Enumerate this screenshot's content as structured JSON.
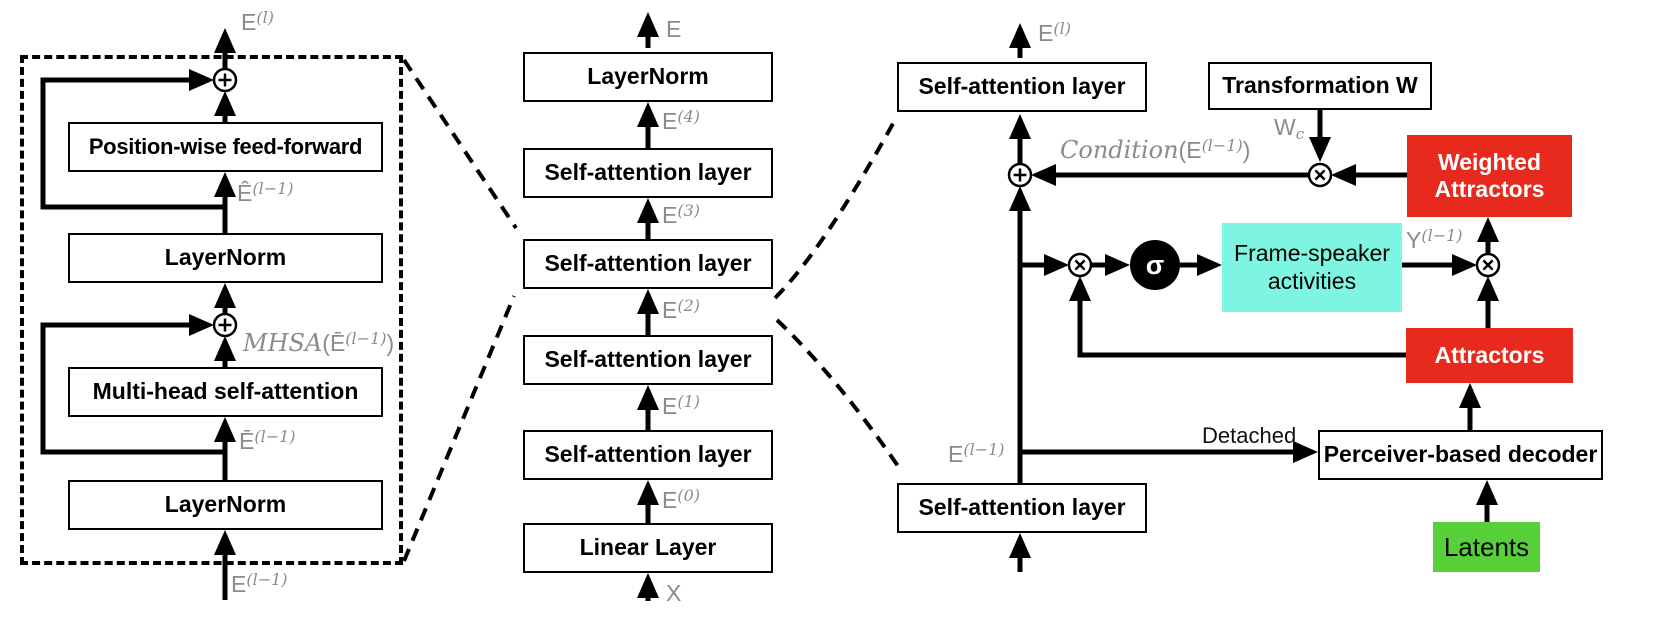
{
  "colors": {
    "attractor_red": "#e8291d",
    "activity_cyan": "#7df5e1",
    "latents_green": "#57d039",
    "label_gray": "#8b8b8b",
    "line_black": "#000000"
  },
  "icons": {
    "sum_node_glyph": "⊕",
    "product_node_glyph": "⊗",
    "sigma_glyph": "σ"
  },
  "left_panel": {
    "output_label": {
      "base": "E",
      "sup": "(l)"
    },
    "boxes": {
      "feed_forward": "Position-wise feed-forward",
      "layernorm_top": "LayerNorm",
      "mhsa": "Multi-head self-attention",
      "layernorm_bottom": "LayerNorm"
    },
    "labels": {
      "e_hat": {
        "base": "Ê",
        "sup": "(l−1)"
      },
      "mhsa_out": {
        "func": "MHSA",
        "open": "(",
        "base": "Ē",
        "sup": "(l−1)",
        "close": ")"
      },
      "e_bar": {
        "base": "Ē",
        "sup": "(l−1)"
      },
      "input": {
        "base": "E",
        "sup": "(l−1)"
      }
    }
  },
  "middle_stack": {
    "output_label": {
      "base": "E"
    },
    "boxes": {
      "layernorm": "LayerNorm",
      "sa4": "Self-attention layer",
      "sa3": "Self-attention layer",
      "sa2": "Self-attention layer",
      "sa1": "Self-attention layer",
      "linear": "Linear Layer"
    },
    "labels": {
      "e4": {
        "base": "E",
        "sup": "(4)"
      },
      "e3": {
        "base": "E",
        "sup": "(3)"
      },
      "e2": {
        "base": "E",
        "sup": "(2)"
      },
      "e1": {
        "base": "E",
        "sup": "(1)"
      },
      "e0": {
        "base": "E",
        "sup": "(0)"
      },
      "input": {
        "base": "X"
      }
    }
  },
  "right_panel": {
    "output_label": {
      "base": "E",
      "sup": "(l)"
    },
    "boxes": {
      "sa_top": "Self-attention layer",
      "sa_bottom": "Self-attention layer",
      "transformation": "Transformation W",
      "weighted_attractors": {
        "line1": "Weighted",
        "line2": "Attractors"
      },
      "frame_speaker": {
        "line1": "Frame-speaker",
        "line2": "activities"
      },
      "attractors": "Attractors",
      "decoder": "Perceiver-based decoder",
      "latents": "Latents"
    },
    "labels": {
      "condition": {
        "func": "Condition",
        "open": "(",
        "base": "E",
        "sup": "(l−1)",
        "close": ")"
      },
      "w_c": {
        "base": "W",
        "sub": "c"
      },
      "y_prev": {
        "base": "Y",
        "sup": "(l−1)"
      },
      "detached": "Detached",
      "e_prev": {
        "base": "E",
        "sup": "(l−1)"
      }
    }
  }
}
